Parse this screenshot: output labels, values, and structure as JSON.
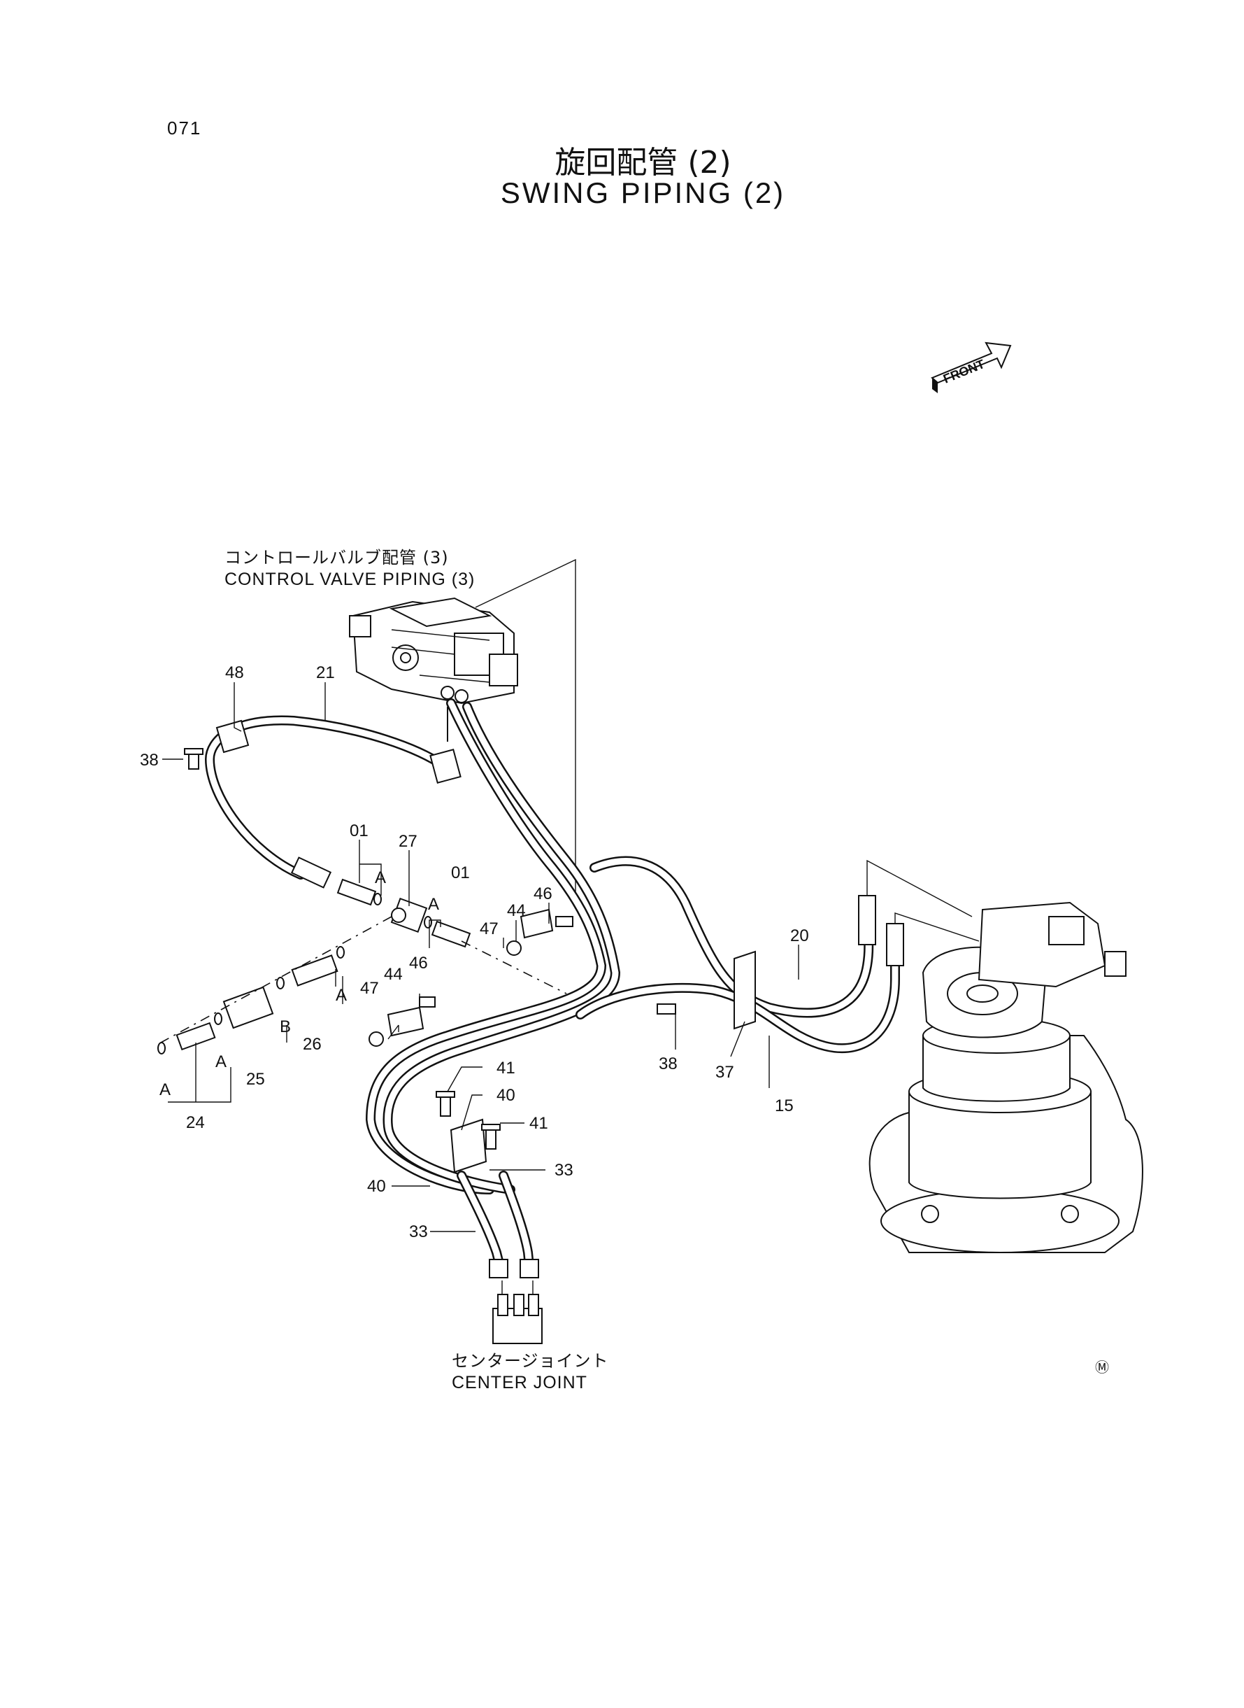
{
  "page": {
    "number": "071",
    "title_jp": "旋回配管 (2)",
    "title_en": "SWING PIPING (2)",
    "front_label": "FRONT",
    "manufacturer_mark": "Ⓜ"
  },
  "notes": {
    "control_valve_jp": "コントロールバルブ配管 (3)",
    "control_valve_en": "CONTROL VALVE PIPING (3)",
    "center_joint_jp": "センタージョイント",
    "center_joint_en": "CENTER JOINT"
  },
  "callouts": {
    "p48": "48",
    "p21": "21",
    "p38a": "38",
    "p01a": "01",
    "p27": "27",
    "pA1": "A",
    "p01b": "01",
    "pA2": "A",
    "p46a": "46",
    "p44a": "44",
    "p47a": "47",
    "p20": "20",
    "pA3": "A",
    "pB": "B",
    "p26": "26",
    "p25": "25",
    "pA4": "A",
    "pA5": "A",
    "p24": "24",
    "p47b": "47",
    "p44b": "44",
    "p46b": "46",
    "p38b": "38",
    "p37": "37",
    "p15": "15",
    "p41a": "41",
    "p40a": "40",
    "p41b": "41",
    "p40b": "40",
    "p33a": "33",
    "p33b": "33"
  }
}
